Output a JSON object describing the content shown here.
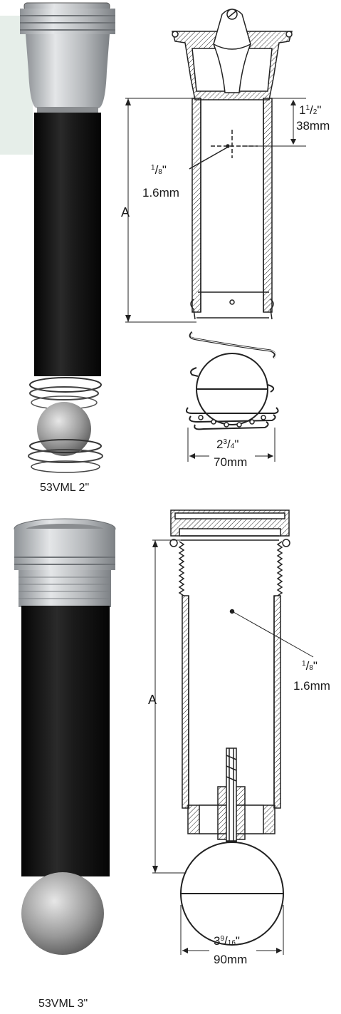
{
  "top": {
    "caption": "53VML 2\"",
    "dim_a": "A",
    "hole_in_num": "1",
    "hole_in_den": "8",
    "hole_in_mark": "\"",
    "hole_mm": "1.6mm",
    "offset_in_whole": "1",
    "offset_in_num": "1",
    "offset_in_den": "2",
    "offset_in_mark": "\"",
    "offset_mm": "38mm",
    "ball_in_whole": "2",
    "ball_in_num": "3",
    "ball_in_den": "4",
    "ball_in_mark": "\"",
    "ball_mm": "70mm"
  },
  "bottom": {
    "caption": "53VML 3\"",
    "dim_a": "A",
    "hole_in_num": "1",
    "hole_in_den": "8",
    "hole_in_mark": "\"",
    "hole_mm": "1.6mm",
    "ball_in_whole": "3",
    "ball_in_num": "9",
    "ball_in_den": "16",
    "ball_in_mark": "\"",
    "ball_mm": "90mm"
  },
  "colors": {
    "body_black": "#121212",
    "metal": "#b9bcbf",
    "line": "#222222",
    "panel": "#e6eee9"
  }
}
